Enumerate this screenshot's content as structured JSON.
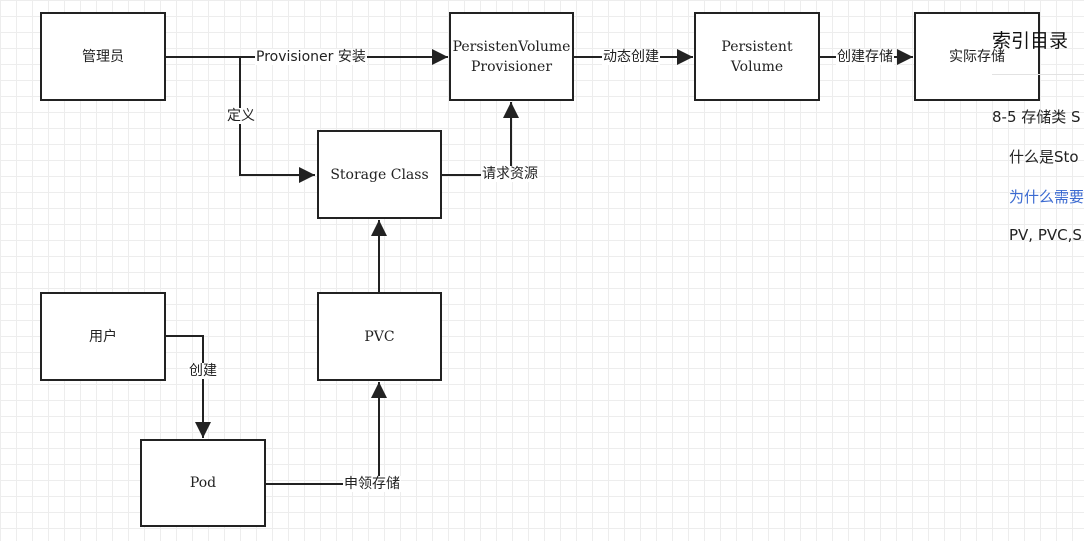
{
  "diagram": {
    "nodes": {
      "admin": "管理员",
      "provisioner": "PersistenVolume Provisioner",
      "persistent_volume": "Persistent Volume",
      "actual_storage": "实际存储",
      "storage_class": "Storage Class",
      "user": "用户",
      "pvc": "PVC",
      "pod": "Pod"
    },
    "edges": {
      "install": "Provisioner 安装",
      "dynamic_create": "动态创建",
      "create_storage": "创建存储",
      "define": "定义",
      "request_resource": "请求资源",
      "create": "创建",
      "claim_storage": "申领存储"
    }
  },
  "toc": {
    "title": "索引目录",
    "items": [
      {
        "label": "8-5 存储类 S",
        "active": false
      },
      {
        "label": "什么是Sto",
        "active": false
      },
      {
        "label": "为什么需要",
        "active": true
      },
      {
        "label": "PV, PVC,S",
        "active": false
      }
    ]
  }
}
